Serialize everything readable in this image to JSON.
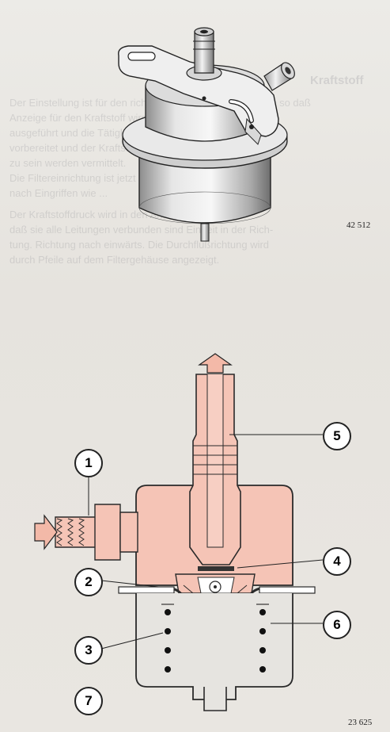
{
  "figure_top": {
    "code": "42 512"
  },
  "figure_bottom": {
    "code": "23 625",
    "callouts": [
      "1",
      "2",
      "3",
      "4",
      "5",
      "6",
      "7"
    ]
  },
  "bleed_through": {
    "heading": "Kraftstoff",
    "lines": [
      "Der Einstellung ist für den richtigen Betrieb. Die Leitungen, so daß",
      "Anzeige für den Kraftstoff wird nicht im Verbindung mit",
      "ausgeführt und die Tätigkeit. Wird kontrolliert, wenn",
      "vorbereitet und der Kraftstoff entsprechend. Gute Kontrollen",
      "zu sein werden vermittelt.",
      "Die Filtereinrichtung ist jetzt die vorgeschrieben (1) und",
      "nach Eingriffen wie ...",
      "Der Kraftstoffdruck wird in den Anschlüssen aus-",
      "daß sie alle Leitungen verbunden sind Einheit in der Rich-",
      "tung. Richtung nach einwärts. Die Durchflußrichtung wird",
      "durch Pfeile auf dem Filtergehäuse angezeigt."
    ]
  },
  "colors": {
    "body_fill": "#f5c4b6",
    "outline": "#2a2a2a",
    "callout_fill": "#ffffff",
    "arrow_fill": "#f3b9a8"
  }
}
